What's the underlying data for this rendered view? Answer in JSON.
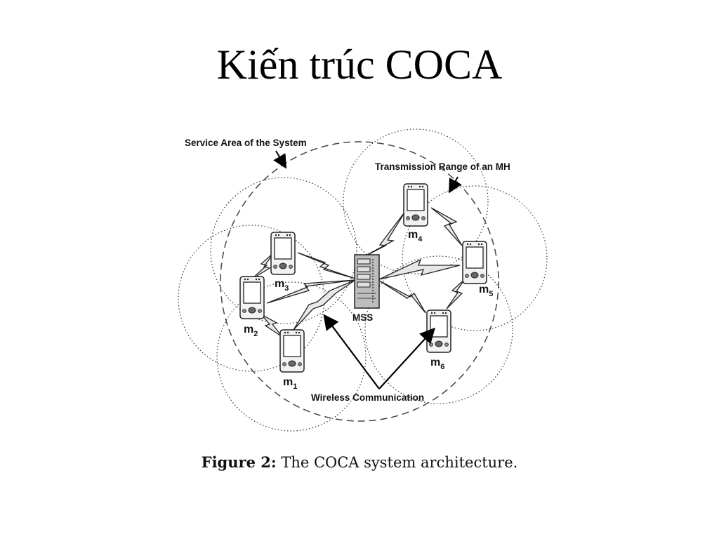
{
  "slide": {
    "title": "Kiến trúc COCA"
  },
  "diagram": {
    "labels": {
      "service_area": "Service Area of the System",
      "transmission_range": "Transmission Range of an MH",
      "wireless": "Wireless Communication",
      "mss": "MSS"
    },
    "hosts": [
      {
        "id": "m1",
        "base": "m",
        "sub": "1"
      },
      {
        "id": "m2",
        "base": "m",
        "sub": "2"
      },
      {
        "id": "m3",
        "base": "m",
        "sub": "3"
      },
      {
        "id": "m4",
        "base": "m",
        "sub": "4"
      },
      {
        "id": "m5",
        "base": "m",
        "sub": "5"
      },
      {
        "id": "m6",
        "base": "m",
        "sub": "6"
      }
    ]
  },
  "caption": {
    "prefix": "Figure 2:",
    "text": "The COCA system architecture."
  }
}
